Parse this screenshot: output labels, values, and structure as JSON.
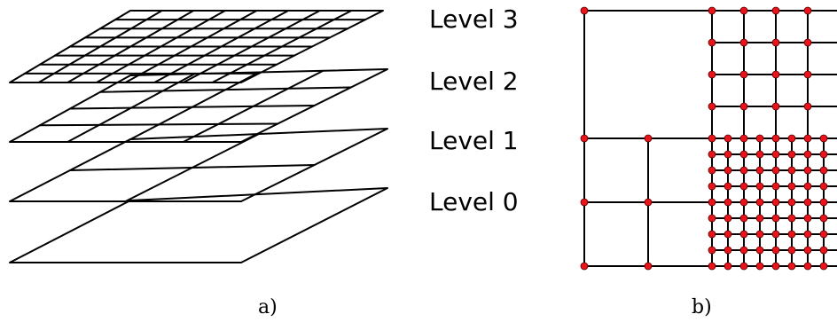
{
  "levels": {
    "level3": "Level 3",
    "level2": "Level 2",
    "level1": "Level 1",
    "level0": "Level 0"
  },
  "captions": {
    "left": "a)",
    "right": "b)"
  },
  "colors": {
    "line": "#000000",
    "node": "#e8141c"
  }
}
